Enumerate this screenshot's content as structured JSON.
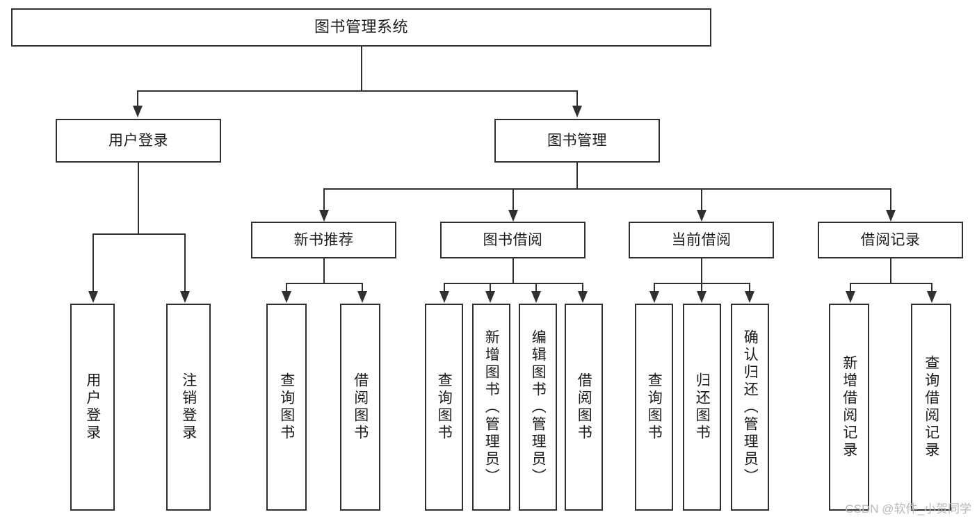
{
  "diagram": {
    "title": "图书管理系统",
    "type": "functional-structure-tree",
    "root": {
      "id": "root",
      "label": "图书管理系统"
    },
    "level1": [
      {
        "id": "user-login",
        "label": "用户登录"
      },
      {
        "id": "book-manage",
        "label": "图书管理"
      }
    ],
    "level2": [
      {
        "id": "new-book-recommend",
        "label": "新书推荐",
        "parent": "book-manage"
      },
      {
        "id": "book-borrow",
        "label": "图书借阅",
        "parent": "book-manage"
      },
      {
        "id": "current-borrow",
        "label": "当前借阅",
        "parent": "book-manage"
      },
      {
        "id": "borrow-record",
        "label": "借阅记录",
        "parent": "book-manage"
      }
    ],
    "leaves": {
      "user-login": [
        {
          "id": "leaf-user-login",
          "label": "用户登录"
        },
        {
          "id": "leaf-logout-login",
          "label": "注销登录"
        }
      ],
      "new-book-recommend": [
        {
          "id": "leaf-query-book-1",
          "label": "查询图书"
        },
        {
          "id": "leaf-borrow-book-1",
          "label": "借阅图书"
        }
      ],
      "book-borrow": [
        {
          "id": "leaf-query-book-2",
          "label": "查询图书"
        },
        {
          "id": "leaf-add-book",
          "label": "新增图书（管理员）"
        },
        {
          "id": "leaf-edit-book",
          "label": "编辑图书（管理员）"
        },
        {
          "id": "leaf-borrow-book-2",
          "label": "借阅图书"
        }
      ],
      "current-borrow": [
        {
          "id": "leaf-query-book-3",
          "label": "查询图书"
        },
        {
          "id": "leaf-return-book",
          "label": "归还图书"
        },
        {
          "id": "leaf-confirm-return",
          "label": "确认归还（管理员）"
        }
      ],
      "borrow-record": [
        {
          "id": "leaf-add-record",
          "label": "新增借阅记录"
        },
        {
          "id": "leaf-query-record",
          "label": "查询借阅记录"
        }
      ]
    }
  },
  "watermark": {
    "text": "CSDN @软件_小贺同学"
  },
  "colors": {
    "stroke": "#30302f",
    "background": "#ffffff",
    "text": "#1b1b1b",
    "watermark": "#b8b8b8"
  }
}
